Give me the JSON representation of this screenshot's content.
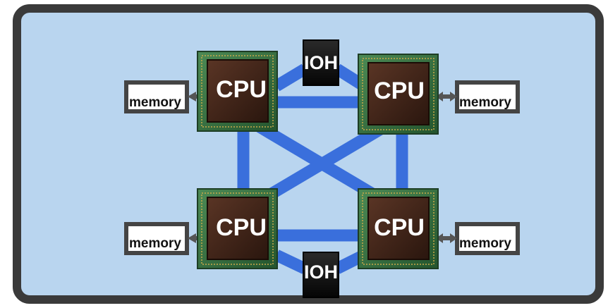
{
  "diagram": {
    "title": "",
    "colors": {
      "frame_border": "#3a3a3a",
      "frame_fill": "#b9d5ef",
      "link": "#3a6fdc",
      "memory_border": "#444444",
      "memory_fill": "#ffffff",
      "arrow": "#555555",
      "cpu_board": "#2f6b3c",
      "cpu_die": "#3b2116",
      "ioh_chip": "#111111"
    },
    "cpus": [
      {
        "label": "CPU"
      },
      {
        "label": "CPU"
      },
      {
        "label": "CPU"
      },
      {
        "label": "CPU"
      }
    ],
    "iohs": [
      {
        "label": "IOH"
      },
      {
        "label": "IOH"
      }
    ],
    "memories": [
      {
        "label": "memory"
      },
      {
        "label": "memory"
      },
      {
        "label": "memory"
      },
      {
        "label": "memory"
      }
    ]
  }
}
